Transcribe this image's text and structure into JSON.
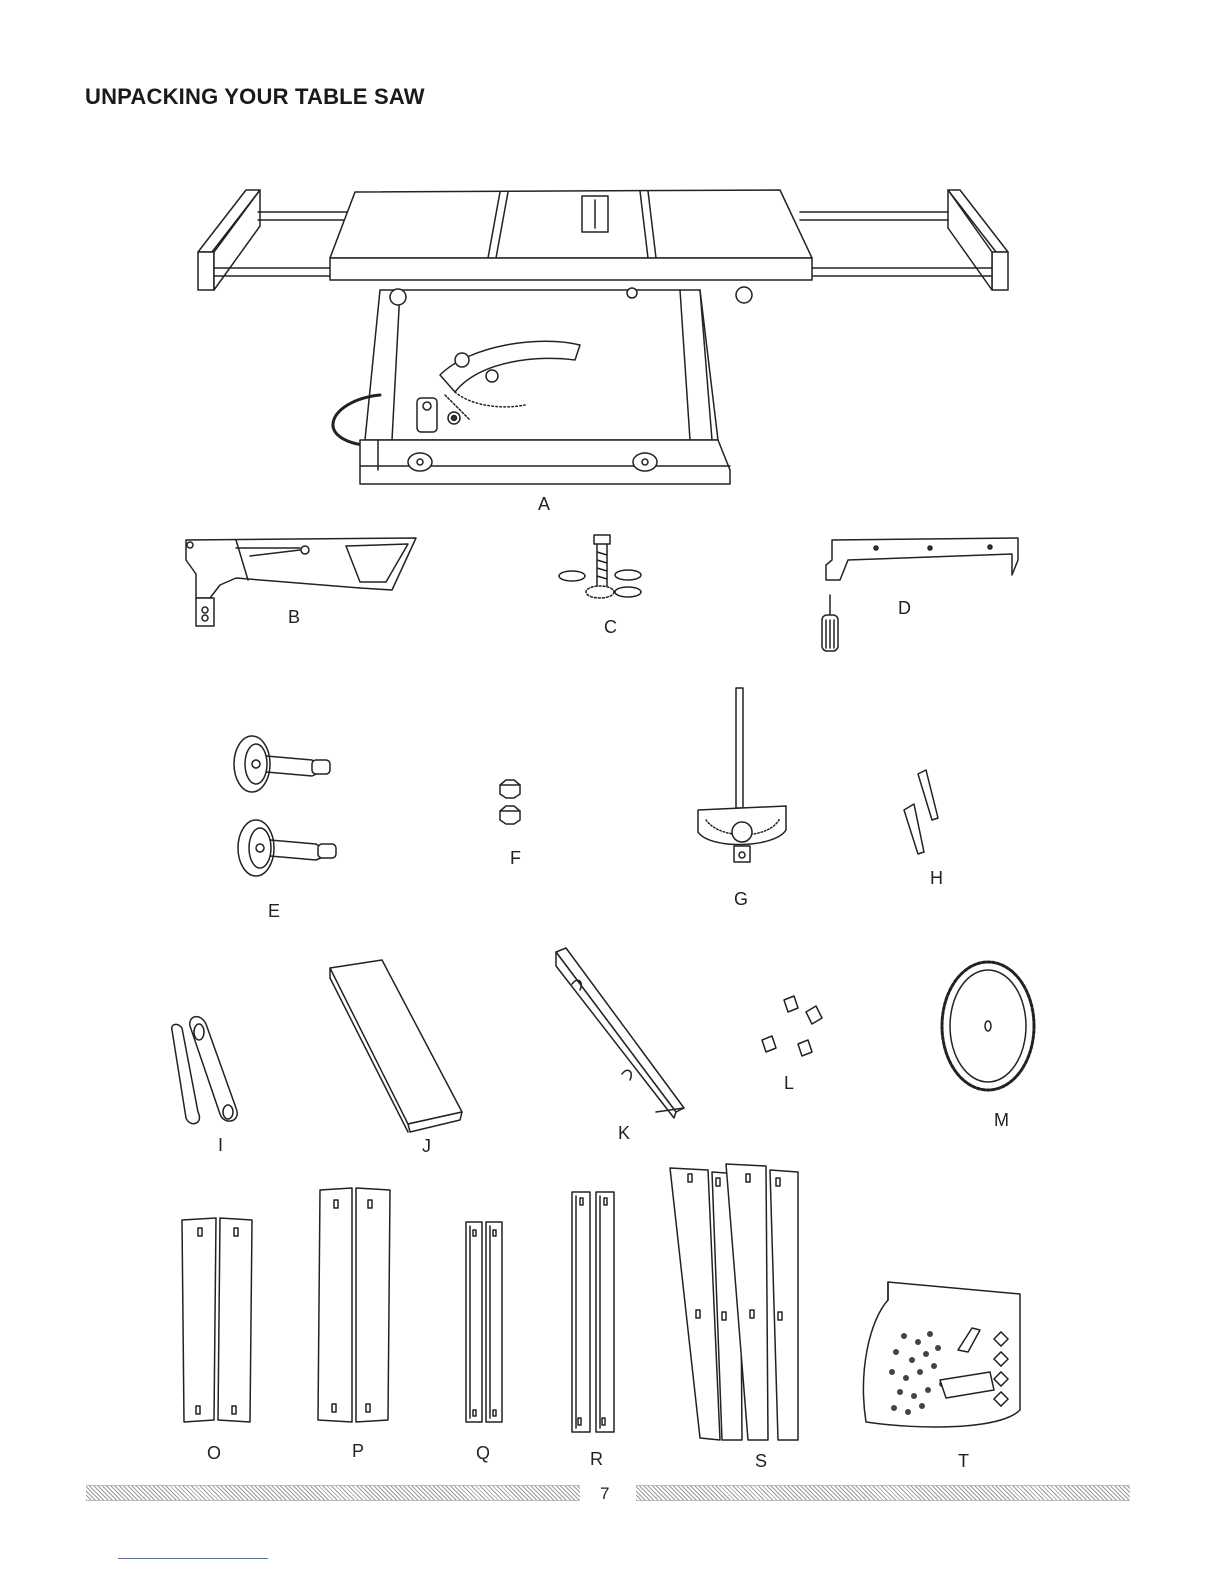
{
  "page": {
    "title": "UNPACKING YOUR TABLE SAW",
    "page_number": "7"
  },
  "parts": {
    "A": "A",
    "B": "B",
    "C": "C",
    "D": "D",
    "E": "E",
    "F": "F",
    "G": "G",
    "H": "H",
    "I": "I",
    "J": "J",
    "K": "K",
    "L": "L",
    "M": "M",
    "O": "O",
    "P": "P",
    "Q": "Q",
    "R": "R",
    "S": "S",
    "T": "T"
  }
}
